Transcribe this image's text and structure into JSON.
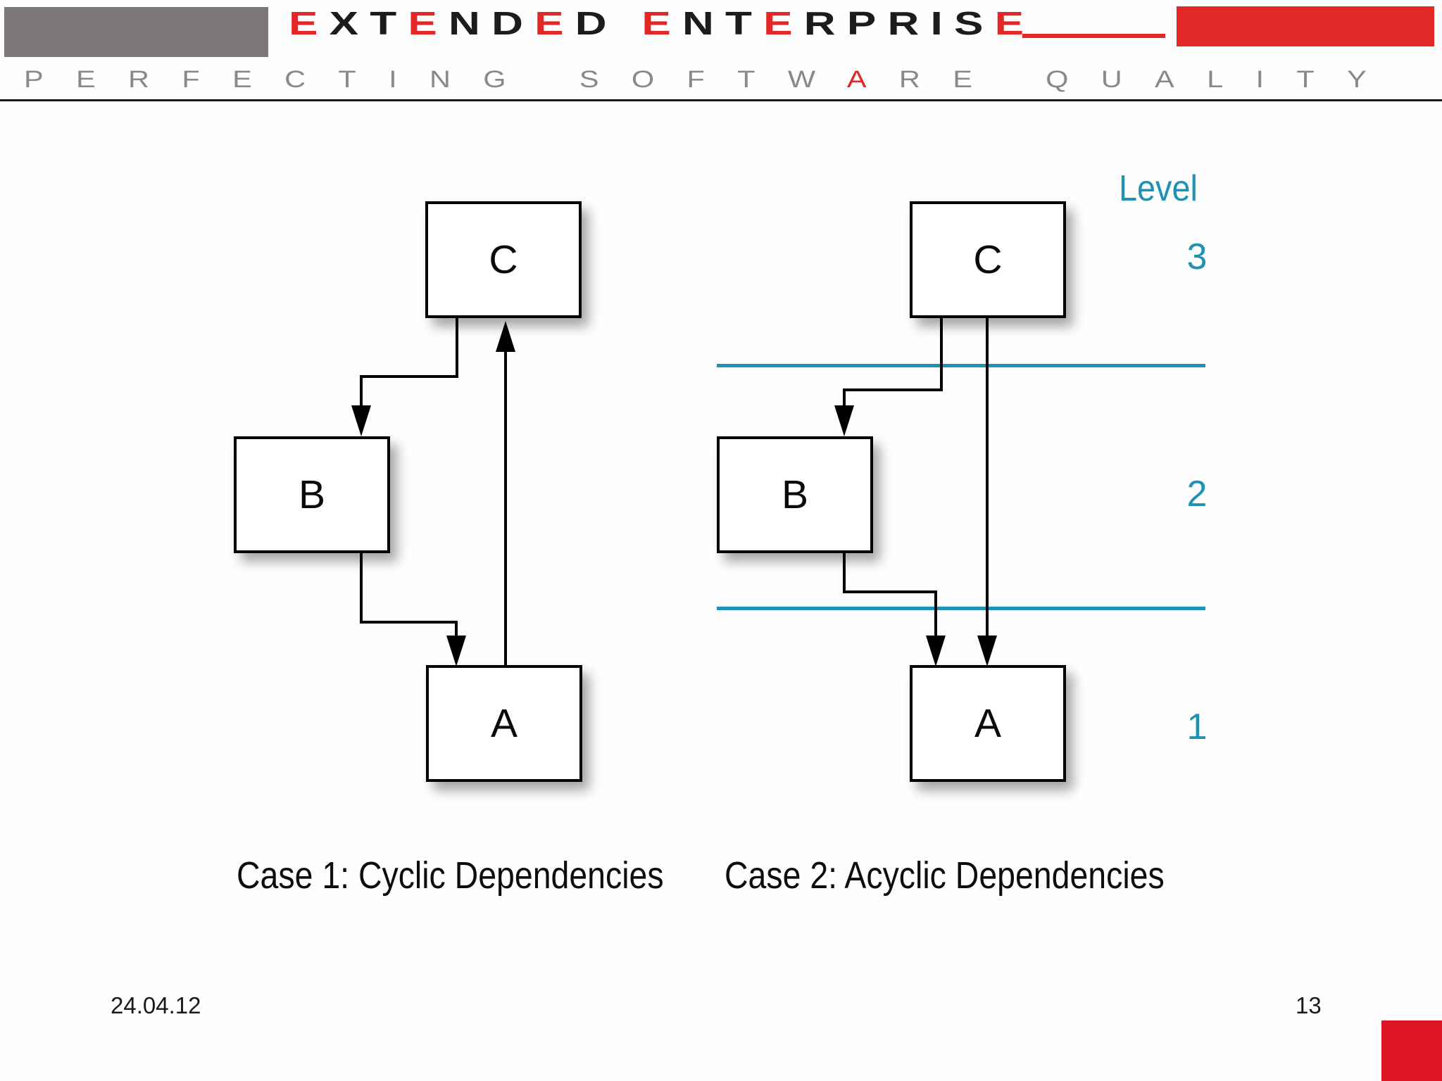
{
  "slide": {
    "header": {
      "brand_text": "EXTENDED ENTERPRISE",
      "brand_red_indices": [
        0,
        3,
        6,
        9,
        12,
        18
      ],
      "tagline_pre": "PERFECTING SOFTW",
      "tagline_accent_char": "A",
      "tagline_post": "RE QUALITY"
    },
    "level_panel": {
      "label": "Level",
      "level_3": "3",
      "level_2": "2",
      "level_1": "1"
    },
    "case1": {
      "caption": "Case 1: Cyclic Dependencies",
      "node_c": "C",
      "node_b": "B",
      "node_a": "A"
    },
    "case2": {
      "caption": "Case 2: Acyclic Dependencies",
      "node_c": "C",
      "node_b": "B",
      "node_a": "A"
    },
    "footer": {
      "date": "24.04.12",
      "page_number": "13"
    },
    "colors": {
      "logo_red": "#E22727",
      "corner_red": "#DD1525",
      "logo_gray": "#7D7777",
      "tagline_gray": "#8D8787",
      "teal": "#1E92B4"
    }
  }
}
